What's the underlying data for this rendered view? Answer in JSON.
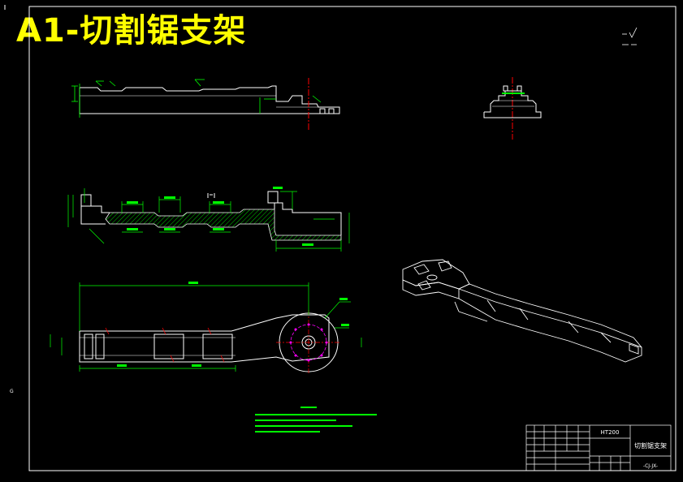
{
  "title": "A1-切割锯支架",
  "title_block": {
    "material": "HT200",
    "part_name": "切割锯支架",
    "footer_code": "-CJ-JX-"
  },
  "colors": {
    "background": "#000000",
    "title": "#ffff00",
    "outline": "#ffffff",
    "dimension": "#00ff00",
    "center_line": "#ff0000",
    "hatch": "#00ff00",
    "bolt_circle": "#ff00ff"
  }
}
